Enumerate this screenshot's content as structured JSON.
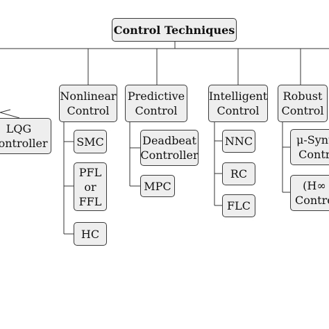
{
  "root": {
    "label": "Control Techniques"
  },
  "linear_partial": {
    "lqg": "LQG\nController"
  },
  "nonlinear": {
    "label": "Nonlinear\nControl",
    "children": [
      "SMC",
      "PFL\nor\nFFL",
      "HC"
    ]
  },
  "predictive": {
    "label": "Predictive\nControl",
    "children": [
      "Deadbeat\nController",
      "MPC"
    ]
  },
  "intelligent": {
    "label": "Intelligent\nControl",
    "children": [
      "NNC",
      "RC",
      "FLC"
    ]
  },
  "robust": {
    "label": "Robust\nControl",
    "children": [
      "μ-Synt\nContr",
      "(H∞\nContro"
    ]
  }
}
